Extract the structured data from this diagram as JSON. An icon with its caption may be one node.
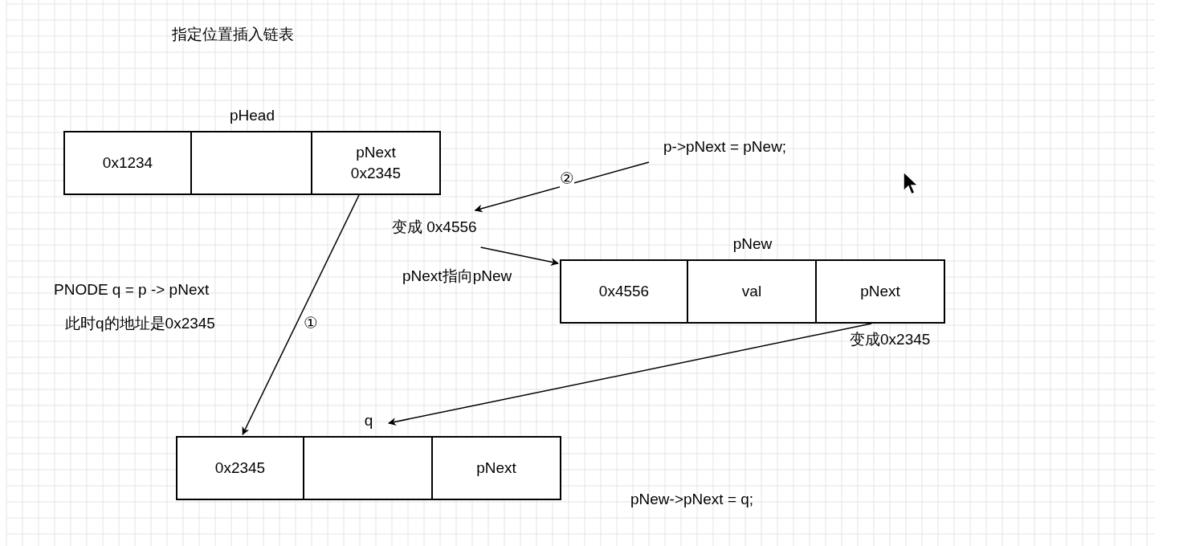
{
  "diagram": {
    "title": "指定位置插入链表",
    "nodes": [
      {
        "text": [
          "pHead"
        ]
      },
      {
        "text": [
          "0x1234"
        ],
        "in": 0
      },
      {
        "text": [],
        "shape": "box",
        "in": 0
      },
      {
        "text": [
          "pNext 0x2345"
        ],
        "in": 0
      },
      {
        "text": [
          "pNew"
        ]
      },
      {
        "text": [
          "0x4556"
        ],
        "in": 4
      },
      {
        "text": [
          "val"
        ],
        "in": 4
      },
      {
        "text": [
          "pNext"
        ],
        "in": 4,
        "beside": [
          "变成0x2345"
        ]
      },
      {
        "text": [
          "q"
        ]
      },
      {
        "text": [
          "0x2345"
        ],
        "in": 8
      },
      {
        "text": [],
        "shape": "box",
        "in": 8
      },
      {
        "text": [
          "pNext"
        ],
        "in": 8
      },
      {
        "text": [
          "p->pNext = pNew;"
        ]
      },
      {
        "text": [
          "变成 0x4556"
        ]
      }
    ],
    "edges": [
      {
        "from": 3,
        "to": 9,
        "arrow": "to",
        "label": "①"
      },
      {
        "from": 12,
        "to": 13,
        "arrow": "to",
        "label": "②"
      },
      {
        "from": 13,
        "to": 5,
        "arrow": "to"
      },
      {
        "from": 7,
        "to": 8,
        "arrow": "to"
      }
    ],
    "labels": [
      "pNext指向pNew",
      "PNODE q = p -> pNext",
      "此时q的地址是0x2345",
      "pNew->pNext = q;"
    ]
  }
}
